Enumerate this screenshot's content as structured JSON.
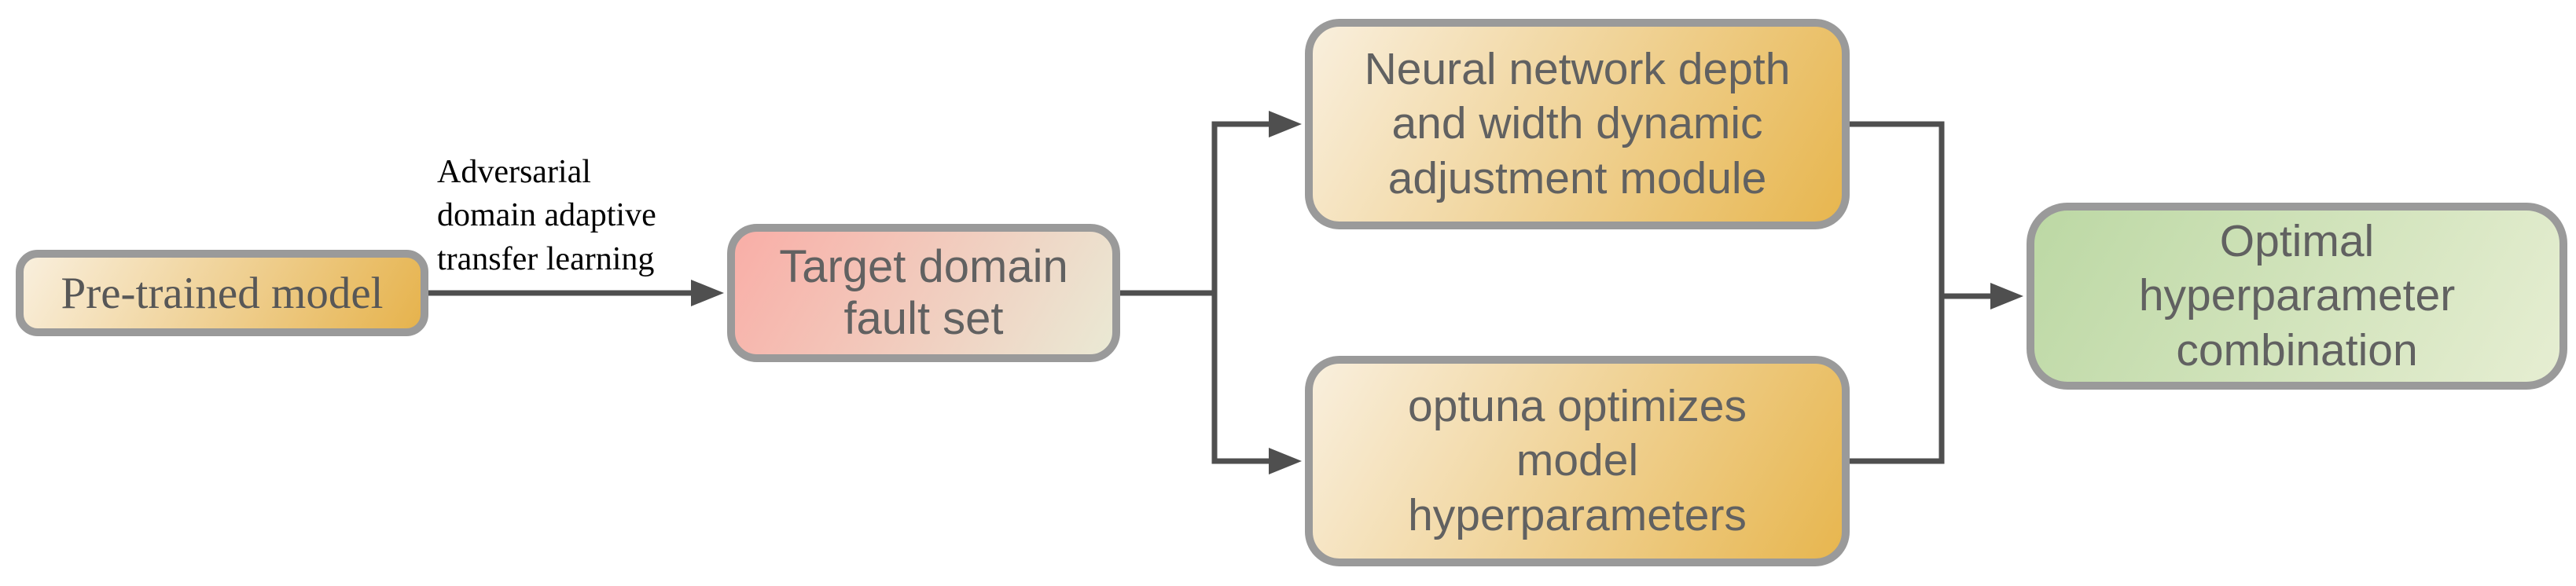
{
  "diagram": {
    "type": "flowchart",
    "colors": {
      "background": "#ffffff",
      "connector": "#4f4f4f",
      "node_border": "#9a9a9a",
      "edge_label_color": "#000000"
    },
    "nodes": [
      {
        "id": "pretrained-model",
        "label": "Pre-trained model",
        "fill_from": "#f9efdd",
        "fill_to": "#e6b34d",
        "text_color": "#575757"
      },
      {
        "id": "target-domain-fault-set",
        "label": "Target domain\nfault set",
        "fill_from": "#f9aea7",
        "fill_to": "#eae9d4",
        "text_color": "#616161"
      },
      {
        "id": "nn-depth-width-adjustment-module",
        "label": "Neural network depth\nand width dynamic\nadjustment module",
        "fill_from": "#f9efdd",
        "fill_to": "#e7b64f",
        "text_color": "#616161"
      },
      {
        "id": "optuna-optimizes-hyperparameters",
        "label": "optuna optimizes\nmodel\nhyperparameters",
        "fill_from": "#f9efdd",
        "fill_to": "#e7b64f",
        "text_color": "#616161"
      },
      {
        "id": "optimal-hyperparameter-combination",
        "label": "Optimal\nhyperparameter\ncombination",
        "fill_from": "#bcd8a4",
        "fill_to": "#e6eed2",
        "text_color": "#616161"
      }
    ],
    "edges": [
      {
        "from": "pretrained-model",
        "to": "target-domain-fault-set",
        "label": "Adversarial\ndomain adaptive\ntransfer learning"
      },
      {
        "from": "target-domain-fault-set",
        "to": "nn-depth-width-adjustment-module",
        "label": ""
      },
      {
        "from": "target-domain-fault-set",
        "to": "optuna-optimizes-hyperparameters",
        "label": ""
      },
      {
        "from": "nn-depth-width-adjustment-module",
        "to": "optimal-hyperparameter-combination",
        "label": ""
      },
      {
        "from": "optuna-optimizes-hyperparameters",
        "to": "optimal-hyperparameter-combination",
        "label": ""
      }
    ]
  }
}
